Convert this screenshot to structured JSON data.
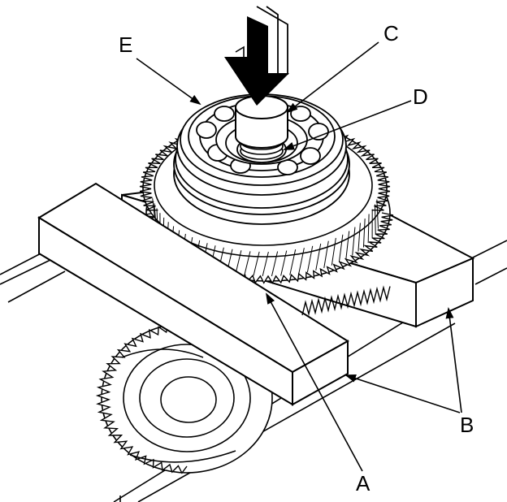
{
  "callouts": {
    "a": "A",
    "b": "B",
    "c": "C",
    "d": "D",
    "e": "E"
  },
  "colors": {
    "line": "#000000",
    "fill": "#ffffff"
  }
}
